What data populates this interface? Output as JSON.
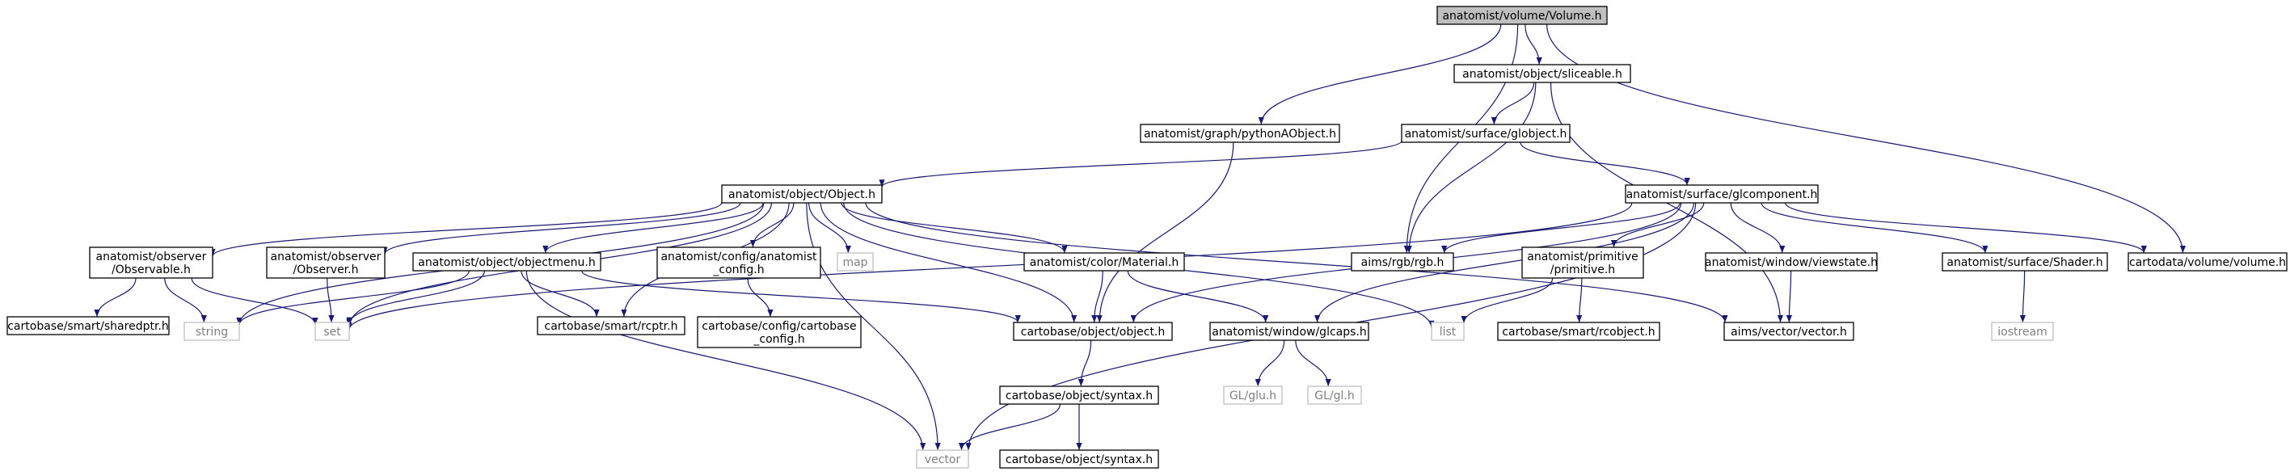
{
  "colors": {
    "edge": "#191970",
    "node_border": "#000000",
    "node_fill": "#ffffff",
    "root_fill": "#bfbfbf",
    "system_border": "#bfbfbf",
    "system_text": "#7f7f7f"
  },
  "nodes": [
    {
      "id": "volume",
      "lines": [
        "anatomist/volume/Volume.h"
      ],
      "kind": "root"
    },
    {
      "id": "sliceable",
      "lines": [
        "anatomist/object/sliceable.h"
      ],
      "kind": "file"
    },
    {
      "id": "pythonaobject",
      "lines": [
        "anatomist/graph/pythonAObject.h"
      ],
      "kind": "file"
    },
    {
      "id": "globject",
      "lines": [
        "anatomist/surface/globject.h"
      ],
      "kind": "file"
    },
    {
      "id": "object",
      "lines": [
        "anatomist/object/Object.h"
      ],
      "kind": "file"
    },
    {
      "id": "glcomponent",
      "lines": [
        "anatomist/surface/glcomponent.h"
      ],
      "kind": "file"
    },
    {
      "id": "observable",
      "lines": [
        "anatomist/observer",
        "/Observable.h"
      ],
      "kind": "file"
    },
    {
      "id": "observer",
      "lines": [
        "anatomist/observer",
        "/Observer.h"
      ],
      "kind": "file"
    },
    {
      "id": "objectmenu",
      "lines": [
        "anatomist/object/objectmenu.h"
      ],
      "kind": "file"
    },
    {
      "id": "anatomistconfig",
      "lines": [
        "anatomist/config/anatomist",
        "_config.h"
      ],
      "kind": "file"
    },
    {
      "id": "map",
      "lines": [
        "map"
      ],
      "kind": "system"
    },
    {
      "id": "material",
      "lines": [
        "anatomist/color/Material.h"
      ],
      "kind": "file"
    },
    {
      "id": "rgb",
      "lines": [
        "aims/rgb/rgb.h"
      ],
      "kind": "file"
    },
    {
      "id": "primitive",
      "lines": [
        "anatomist/primitive",
        "/primitive.h"
      ],
      "kind": "file"
    },
    {
      "id": "viewstate",
      "lines": [
        "anatomist/window/viewstate.h"
      ],
      "kind": "file"
    },
    {
      "id": "shader",
      "lines": [
        "anatomist/surface/Shader.h"
      ],
      "kind": "file"
    },
    {
      "id": "cartodatavolume",
      "lines": [
        "cartodata/volume/volume.h"
      ],
      "kind": "file"
    },
    {
      "id": "sharedptr",
      "lines": [
        "cartobase/smart/sharedptr.h"
      ],
      "kind": "file"
    },
    {
      "id": "string",
      "lines": [
        "string"
      ],
      "kind": "system"
    },
    {
      "id": "set",
      "lines": [
        "set"
      ],
      "kind": "system"
    },
    {
      "id": "rcptr",
      "lines": [
        "cartobase/smart/rcptr.h"
      ],
      "kind": "file"
    },
    {
      "id": "cartobaseconfig",
      "lines": [
        "cartobase/config/cartobase",
        "_config.h"
      ],
      "kind": "file"
    },
    {
      "id": "cartoobject",
      "lines": [
        "cartobase/object/object.h"
      ],
      "kind": "file"
    },
    {
      "id": "glcaps",
      "lines": [
        "anatomist/window/glcaps.h"
      ],
      "kind": "file"
    },
    {
      "id": "list",
      "lines": [
        "list"
      ],
      "kind": "system"
    },
    {
      "id": "rcobject",
      "lines": [
        "cartobase/smart/rcobject.h"
      ],
      "kind": "file"
    },
    {
      "id": "aimsvector",
      "lines": [
        "aims/vector/vector.h"
      ],
      "kind": "file"
    },
    {
      "id": "iostream",
      "lines": [
        "iostream"
      ],
      "kind": "system"
    },
    {
      "id": "glu",
      "lines": [
        "GL/glu.h"
      ],
      "kind": "system"
    },
    {
      "id": "gl",
      "lines": [
        "GL/gl.h"
      ],
      "kind": "system"
    },
    {
      "id": "syntax",
      "lines": [
        "cartobase/object/syntax.h"
      ],
      "kind": "file"
    },
    {
      "id": "vector",
      "lines": [
        "vector"
      ],
      "kind": "system"
    },
    {
      "id": "syntax2",
      "lines": [
        "cartobase/object/syntax.h"
      ],
      "kind": "file"
    }
  ],
  "edges": [
    [
      "volume",
      "sliceable"
    ],
    [
      "volume",
      "pythonaobject"
    ],
    [
      "volume",
      "rgb"
    ],
    [
      "volume",
      "cartodatavolume"
    ],
    [
      "sliceable",
      "globject"
    ],
    [
      "sliceable",
      "rgb"
    ],
    [
      "sliceable",
      "aimsvector"
    ],
    [
      "pythonaobject",
      "cartoobject"
    ],
    [
      "globject",
      "object"
    ],
    [
      "globject",
      "glcomponent"
    ],
    [
      "object",
      "observable"
    ],
    [
      "object",
      "observer"
    ],
    [
      "object",
      "objectmenu"
    ],
    [
      "object",
      "anatomistconfig"
    ],
    [
      "object",
      "map"
    ],
    [
      "object",
      "material"
    ],
    [
      "object",
      "string"
    ],
    [
      "object",
      "set"
    ],
    [
      "object",
      "rcptr"
    ],
    [
      "object",
      "cartoobject"
    ],
    [
      "object",
      "list"
    ],
    [
      "object",
      "aimsvector"
    ],
    [
      "object",
      "vector"
    ],
    [
      "glcomponent",
      "rgb"
    ],
    [
      "glcomponent",
      "primitive"
    ],
    [
      "glcomponent",
      "viewstate"
    ],
    [
      "glcomponent",
      "shader"
    ],
    [
      "glcomponent",
      "cartodatavolume"
    ],
    [
      "glcomponent",
      "set"
    ],
    [
      "glcomponent",
      "cartoobject"
    ],
    [
      "glcomponent",
      "glcaps"
    ],
    [
      "glcomponent",
      "vector"
    ],
    [
      "observable",
      "sharedptr"
    ],
    [
      "observable",
      "string"
    ],
    [
      "observable",
      "set"
    ],
    [
      "observer",
      "set"
    ],
    [
      "objectmenu",
      "string"
    ],
    [
      "objectmenu",
      "set"
    ],
    [
      "objectmenu",
      "rcptr"
    ],
    [
      "objectmenu",
      "cartoobject"
    ],
    [
      "objectmenu",
      "vector"
    ],
    [
      "anatomistconfig",
      "cartobaseconfig"
    ],
    [
      "material",
      "cartoobject"
    ],
    [
      "material",
      "glcaps"
    ],
    [
      "primitive",
      "list"
    ],
    [
      "primitive",
      "rcobject"
    ],
    [
      "viewstate",
      "aimsvector"
    ],
    [
      "shader",
      "iostream"
    ],
    [
      "cartoobject",
      "syntax"
    ],
    [
      "glcaps",
      "glu"
    ],
    [
      "glcaps",
      "gl"
    ],
    [
      "syntax",
      "vector"
    ],
    [
      "syntax",
      "syntax2"
    ]
  ]
}
